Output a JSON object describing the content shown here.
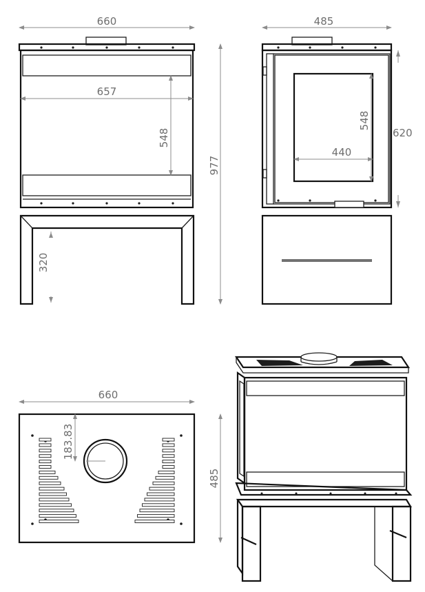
{
  "dimensions": {
    "front_width": "660",
    "glass_width": "657",
    "glass_height_front": "548",
    "total_height": "977",
    "base_height": "320",
    "side_depth": "485",
    "side_glass_height": "548",
    "side_glass_width": "440",
    "stove_height": "620",
    "top_width": "660",
    "flue_offset": "183.83",
    "top_depth": "485"
  },
  "colors": {
    "line": "#1c1c1c",
    "dimension": "#8c8c8c",
    "dimension_text": "#6e6e6e"
  }
}
